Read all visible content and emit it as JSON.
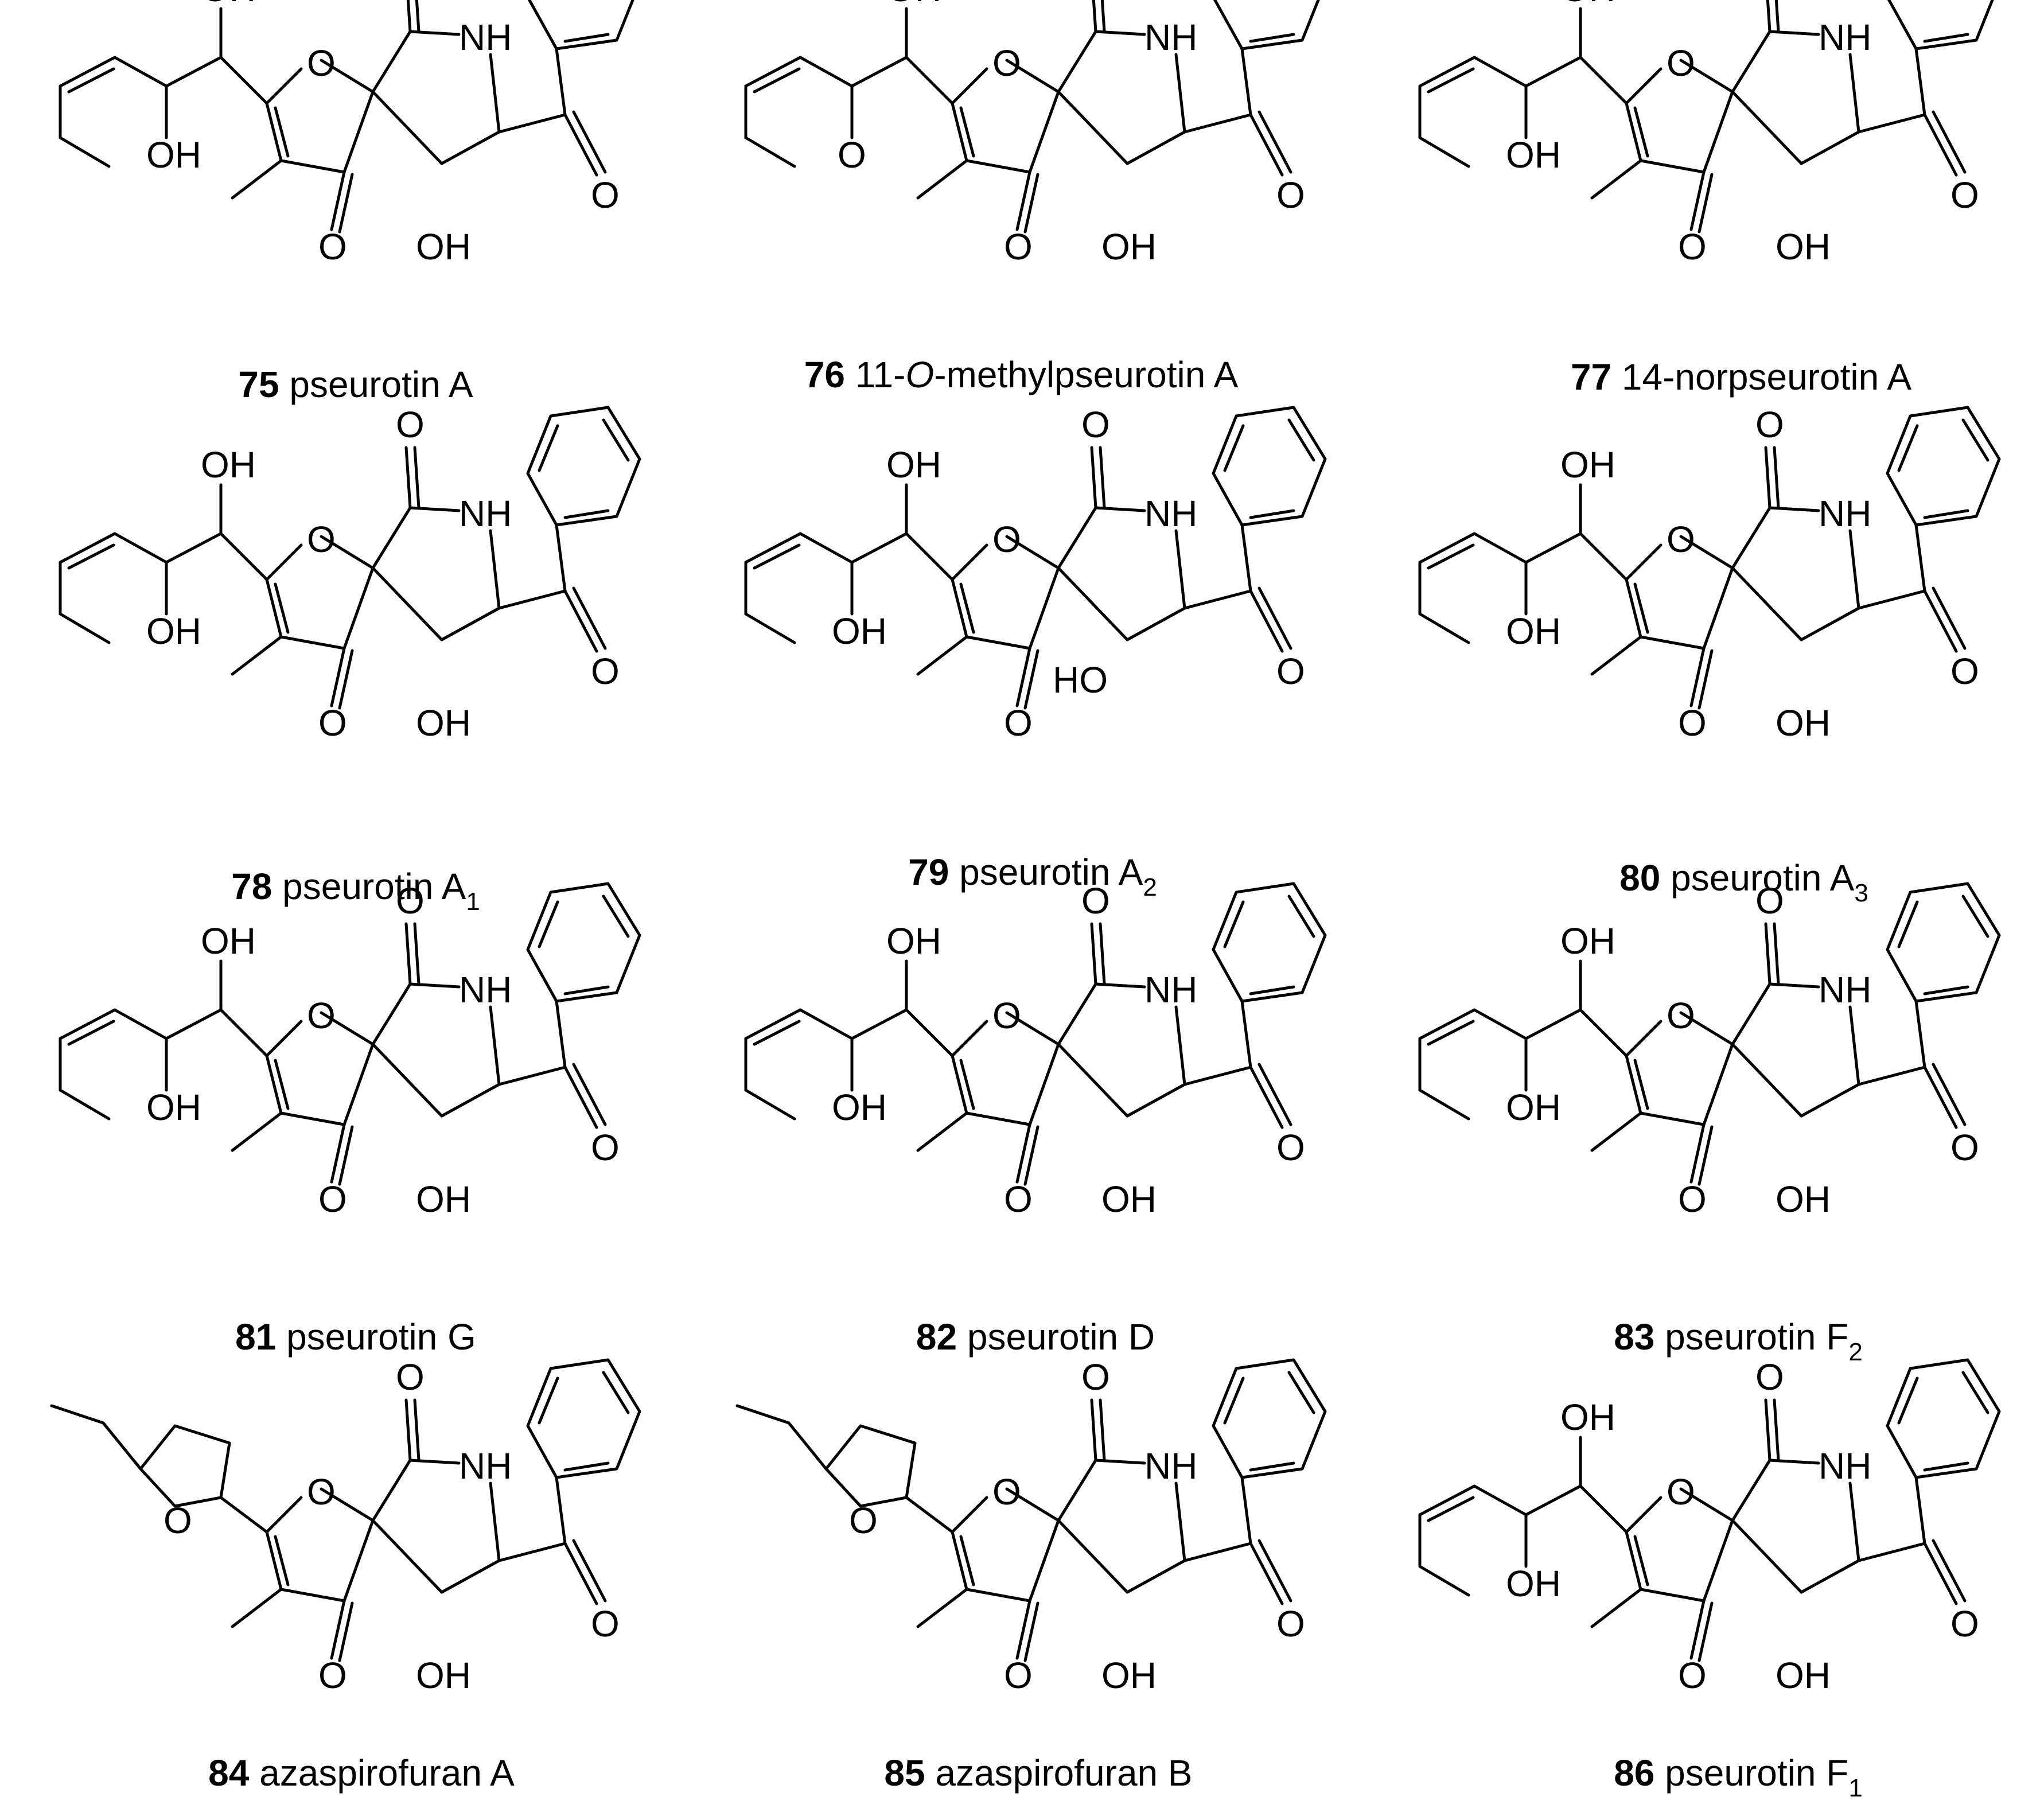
{
  "atom_labels": {
    "hydroxyl": "OH",
    "hydroxyl_reversed": "HO",
    "oxygen": "O",
    "nitrogen_h": "NH"
  },
  "compounds": [
    {
      "number": "75",
      "name": "pseurotin A",
      "pre": "",
      "ital": "",
      "post": "",
      "sub": ""
    },
    {
      "number": "76",
      "name": "",
      "pre": "11-",
      "ital": "O",
      "post": "-methylpseurotin A",
      "sub": ""
    },
    {
      "number": "77",
      "name": "14-norpseurotin A",
      "pre": "",
      "ital": "",
      "post": "",
      "sub": ""
    },
    {
      "number": "78",
      "name": "pseurotin A",
      "pre": "",
      "ital": "",
      "post": "",
      "sub": "1"
    },
    {
      "number": "79",
      "name": "pseurotin A",
      "pre": "",
      "ital": "",
      "post": "",
      "sub": "2"
    },
    {
      "number": "80",
      "name": "pseurotin A",
      "pre": "",
      "ital": "",
      "post": "",
      "sub": "3"
    },
    {
      "number": "81",
      "name": "pseurotin G",
      "pre": "",
      "ital": "",
      "post": "",
      "sub": ""
    },
    {
      "number": "82",
      "name": "pseurotin D",
      "pre": "",
      "ital": "",
      "post": "",
      "sub": ""
    },
    {
      "number": "83",
      "name": "pseurotin F",
      "pre": "",
      "ital": "",
      "post": "",
      "sub": "2"
    },
    {
      "number": "84",
      "name": "azaspirofuran A",
      "pre": "",
      "ital": "",
      "post": "",
      "sub": ""
    },
    {
      "number": "85",
      "name": "azaspirofuran B",
      "pre": "",
      "ital": "",
      "post": "",
      "sub": ""
    },
    {
      "number": "86",
      "name": "pseurotin F",
      "pre": "",
      "ital": "",
      "post": "",
      "sub": "1"
    }
  ]
}
